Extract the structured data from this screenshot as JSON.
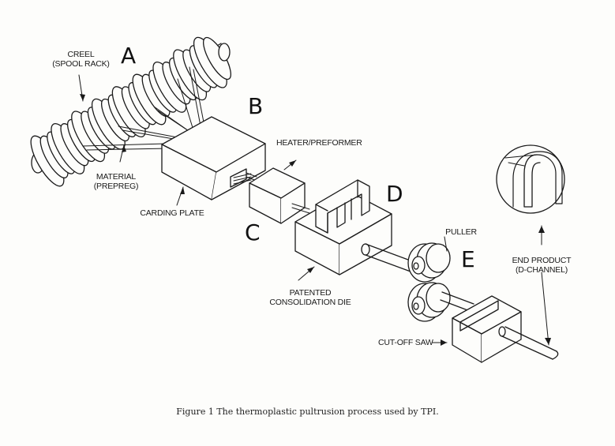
{
  "letters": {
    "a": "A",
    "b": "B",
    "c": "C",
    "d": "D",
    "e": "E"
  },
  "labels": {
    "creel_1": "CREEL",
    "creel_2": "(SPOOL RACK)",
    "material_1": "MATERIAL",
    "material_2": "(PREPREG)",
    "carding_plate": "CARDING PLATE",
    "heater": "HEATER/PREFORMER",
    "die_1": "PATENTED",
    "die_2": "CONSOLIDATION DIE",
    "puller": "PULLER",
    "saw": "CUT-OFF SAW",
    "end_1": "END PRODUCT",
    "end_2": "(D-CHANNEL)"
  },
  "caption": "Figure 1  The thermoplastic pultrusion process used by TPI.",
  "colors": {
    "ink": "#1a1a1a",
    "paper": "#fdfdfb"
  }
}
